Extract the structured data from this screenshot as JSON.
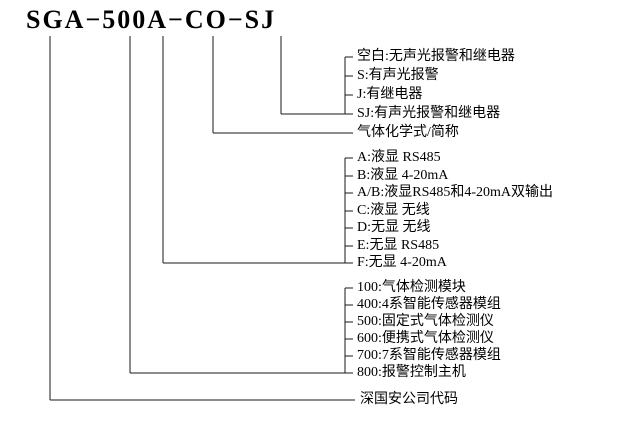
{
  "title": "SGA−500A−CO−SJ",
  "line_color": "#1a1a1a",
  "groups": {
    "alarm": {
      "items": [
        "空白:无声光报警和继电器",
        "S:有声光报警",
        "J:有继电器",
        "SJ:有声光报警和继电器"
      ]
    },
    "gas": {
      "label": "气体化学式/简称"
    },
    "output": {
      "items": [
        "A:液显 RS485",
        "B:液显 4-20mA",
        "A/B:液显RS485和4-20mA双输出",
        "C:液显 无线",
        "D:无显 无线",
        "E:无显 RS485",
        "F:无显 4-20mA"
      ]
    },
    "series": {
      "items": [
        "100:气体检测模块",
        "400:4系智能传感器模组",
        "500:固定式气体检测仪",
        "600:便携式气体检测仪",
        "700:7系智能传感器模组",
        "800:报警控制主机"
      ]
    },
    "company": {
      "label": "深国安公司代码"
    }
  }
}
